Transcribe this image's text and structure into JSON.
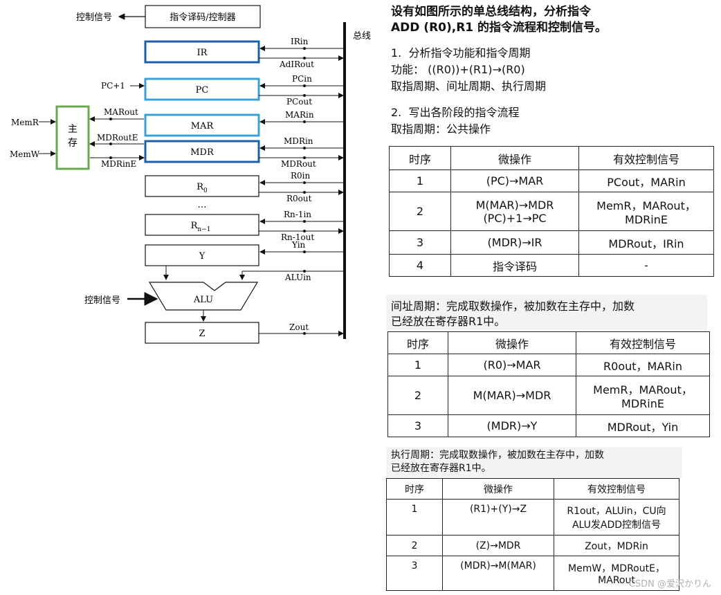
{
  "diagram": {
    "top_control_label": "控制信号",
    "decoder_label": "指令译码/控制器",
    "bus_label": "总线",
    "memory_label_1": "主",
    "memory_label_2": "存",
    "mem_r": "MemR",
    "mem_w": "MemW",
    "registers": {
      "ir": "IR",
      "pc": "PC",
      "mar": "MAR",
      "mdr": "MDR",
      "r0_main": "R",
      "r0_sub": "0",
      "dots": "…",
      "rn_main": "R",
      "rn_sub": "n−1",
      "y": "Y",
      "alu": "ALU",
      "z": "Z"
    },
    "signals": {
      "irin": "IRin",
      "adlrout": "AdIRout",
      "pcin": "PCin",
      "pcout": "PCout",
      "pc_plus": "PC+1",
      "marin": "MARin",
      "marout": "MARout",
      "mdrin": "MDRin",
      "mdrout": "MDRout",
      "mdroute": "MDRoutE",
      "mdrine": "MDRinE",
      "r0in": "R0in",
      "r0out": "R0out",
      "rnin": "Rn-1in",
      "rnout": "Rn-1out",
      "yin": "Yin",
      "aluin": "ALUin",
      "zout": "Zout"
    },
    "alu_control_label": "控制信号"
  },
  "intro": {
    "heading_line1": "设有如图所示的单总线结构，分析指令",
    "heading_line2": "ADD (R0),R1 的指令流程和控制信号。",
    "step1": "1.  分析指令功能和指令周期",
    "function_line": "功能： ((R0))+(R1)→(R0)",
    "cycles_line": "取指周期、间址周期、执行周期",
    "step2": "2.  写出各阶段的指令流程",
    "fetch_label": "取指周期：公共操作"
  },
  "fetch_table": {
    "headers": [
      "时序",
      "微操作",
      "有效控制信号"
    ],
    "rows": [
      [
        "1",
        "(PC)→MAR",
        "PCout，MARin"
      ],
      [
        "2",
        "M(MAR)→MDR\n(PC)+1→PC",
        "MemR，MARout，\nMDRinE"
      ],
      [
        "3",
        "(MDR)→IR",
        "MDRout，IRin"
      ],
      [
        "4",
        "指令译码",
        "-"
      ]
    ]
  },
  "indirect": {
    "desc_line1": "间址周期：完成取数操作，被加数在主存中，加数",
    "desc_line2": "已经放在寄存器R1中。",
    "headers": [
      "时序",
      "微操作",
      "有效控制信号"
    ],
    "rows": [
      [
        "1",
        "(R0)→MAR",
        "R0out，MARin"
      ],
      [
        "2",
        "M(MAR)→MDR",
        "MemR，MARout，\nMDRinE"
      ],
      [
        "3",
        "(MDR)→Y",
        "MDRout，Yin"
      ]
    ]
  },
  "execute": {
    "desc_line1": "执行周期：完成取数操作，被加数在主存中，加数",
    "desc_line2": "已经放在寄存器R1中。",
    "headers": [
      "时序",
      "微操作",
      "有效控制信号"
    ],
    "rows": [
      [
        "1",
        "(R1)+(Y)→Z",
        "R1out，ALUin，CU向\nALU发ADD控制信号"
      ],
      [
        "2",
        "(Z)→MDR",
        "Zout，MDRin"
      ],
      [
        "3",
        "(MDR)→M(MAR)",
        "MemW，MDRoutE，\nMARout"
      ]
    ]
  },
  "watermark": "CSDN @爱沢かりん",
  "colors": {
    "register_border_dark": "#1f5fa8",
    "register_border_light": "#3aa0d8",
    "memory_border": "#6aa84f"
  }
}
